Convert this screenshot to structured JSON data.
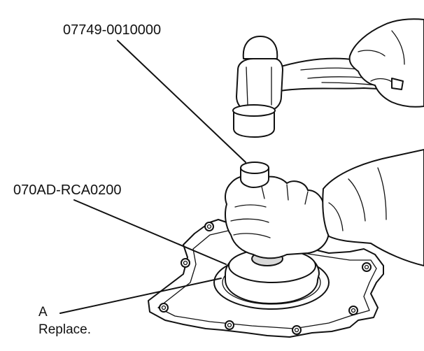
{
  "figure": {
    "callouts": {
      "tool_upper": "07749-0010000",
      "tool_lower": "070AD-RCA0200",
      "part_letter": "A",
      "part_note": "Replace."
    }
  }
}
